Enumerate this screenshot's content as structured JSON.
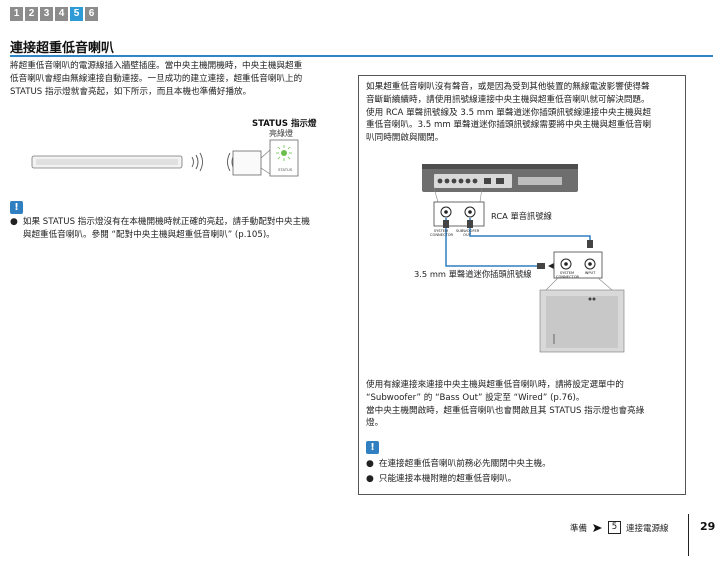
{
  "steps": [
    "1",
    "2",
    "3",
    "4",
    "5",
    "6"
  ],
  "active_step_index": 4,
  "title": "連接超重低音喇叭",
  "intro": [
    "將超重低音喇叭的電源線插入牆壁插座。當中央主機開機時，中央主機與超重",
    "低音喇叭會經由無線連接自動連接。一旦成功的建立連接，超重低音喇叭上的",
    "STATUS 指示燈就會亮起，如下所示，而且本機也準備好播放。"
  ],
  "status_indicator": {
    "title": "STATUS 指示燈",
    "subtitle": "亮綠燈",
    "small_label": "STATUS"
  },
  "left_warning": {
    "icon": "!",
    "items": [
      [
        "如果 STATUS 指示燈沒有在本機開機時就正確的亮起，請手動配對中央主機",
        "與超重低音喇叭。參閱 “配對中央主機與超重低音喇叭” (p.105)。"
      ]
    ]
  },
  "box": {
    "text": [
      "如果超重低音喇叭沒有聲音，或是因為受到其他裝置的無線電波影響使得聲",
      "音斷斷續續時，請使用訊號線連接中央主機與超重低音喇叭就可解決問題。",
      "使用 RCA 單聲訊號線及 3.5 mm 單聲道迷你插頭訊號線連接中央主機與超",
      "重低音喇叭。3.5 mm 單聲道迷你插頭訊號線需要將中央主機與超重低音喇",
      "叭同時開啟與關閉。"
    ],
    "labels": {
      "system_connector": "SYSTEM CONNECTOR",
      "subwoofer_out": "SUBWOOFER OUT",
      "rca": "RCA 單音訊號線",
      "mini": "3.5 mm 單聲道迷你插頭訊號線",
      "input": "INPUT"
    },
    "after": [
      "使用有線連接來連接中央主機與超重低音喇叭時，請將設定選單中的",
      "“Subwoofer” 的 “Bass Out” 設定至 “Wired” (p.76)。",
      "當中央主機開啟時，超重低音喇叭也會開啟且其 STATUS 指示燈也會亮綠",
      "燈。"
    ],
    "warning": {
      "icon": "!",
      "items": [
        "在連接超重低音喇叭前務必先關閉中央主機。",
        "只能連接本機附贈的超重低音喇叭。"
      ]
    }
  },
  "footer": {
    "section": "準備",
    "num": "5",
    "sub": "連接電源線",
    "page": "29"
  },
  "colors": {
    "accent": "#2f86c6",
    "step_active": "#2f9bd6",
    "step_inactive": "#8c8c8c",
    "cable": "#2f7fc1",
    "status_led": "#6cc04a"
  }
}
